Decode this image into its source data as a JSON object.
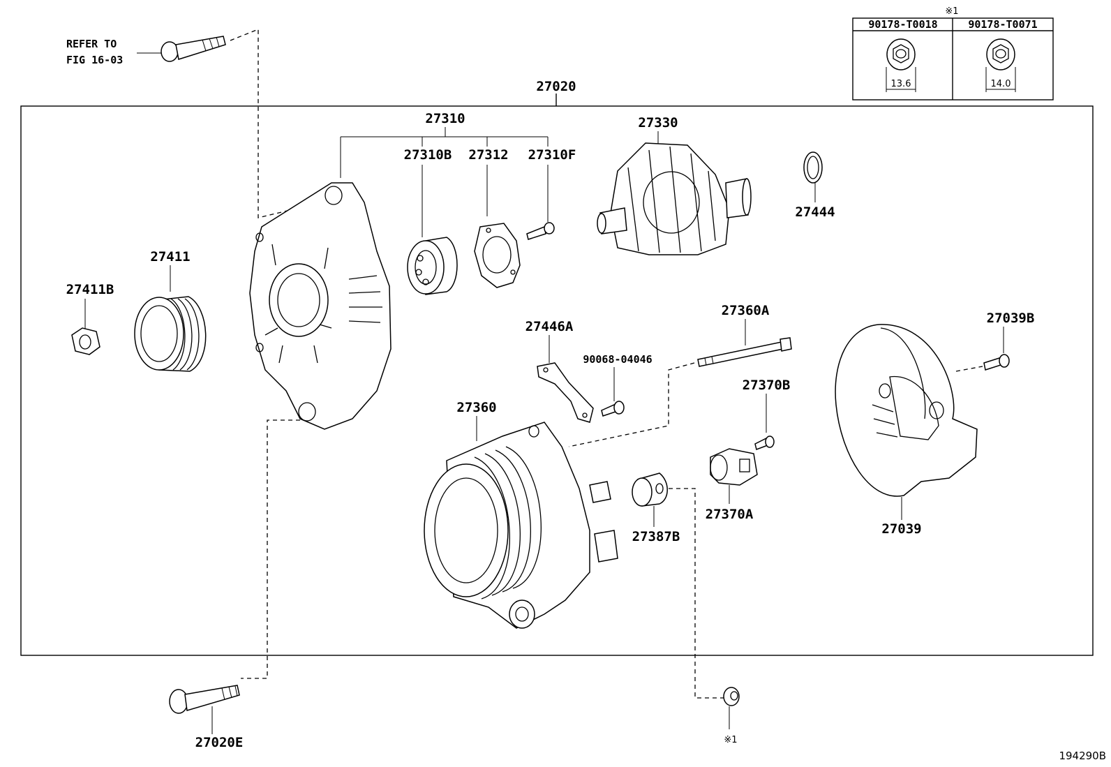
{
  "figure_code": "194290B",
  "refer_note": {
    "line1": "REFER TO",
    "line2": "FIG 16-03"
  },
  "table": {
    "mark": "※1",
    "columns": [
      {
        "part": "90178-T0018",
        "dimension": "13.6"
      },
      {
        "part": "90178-T0071",
        "dimension": "14.0"
      }
    ]
  },
  "labels": {
    "p27020": "27020",
    "p27310": "27310",
    "p27310B": "27310B",
    "p27312": "27312",
    "p27310F": "27310F",
    "p27330": "27330",
    "p27444": "27444",
    "p27411": "27411",
    "p27411B": "27411B",
    "p27446A": "27446A",
    "p90068": "90068-04046",
    "p27360A": "27360A",
    "p27039B": "27039B",
    "p27370B": "27370B",
    "p27360": "27360",
    "p27387B": "27387B",
    "p27370A": "27370A",
    "p27039": "27039",
    "p27020E": "27020E",
    "mark1": "※1"
  }
}
